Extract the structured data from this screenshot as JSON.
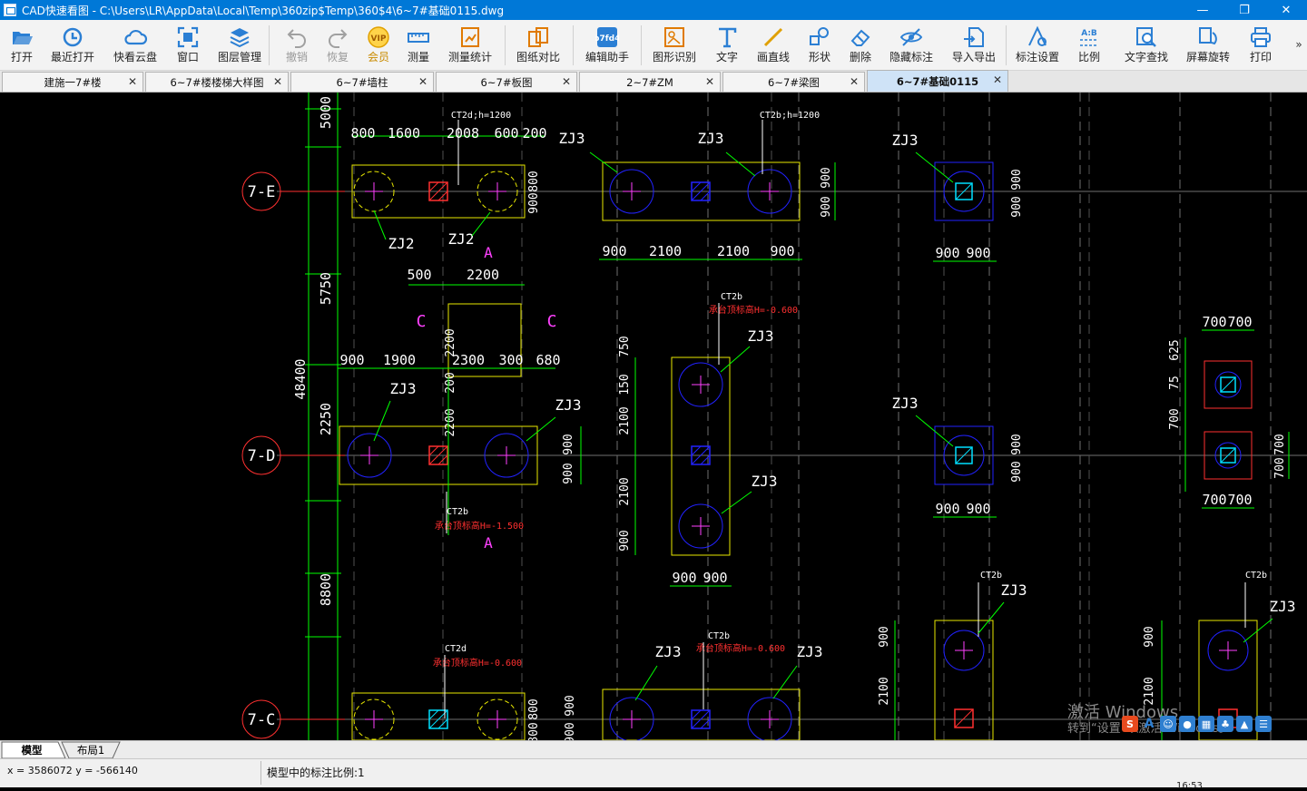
{
  "window": {
    "title": "CAD快速看图 - C:\\Users\\LR\\AppData\\Local\\Temp\\360zip$Temp\\360$4\\6~7#基础0115.dwg",
    "minimize": "—",
    "maximize": "❐",
    "close": "✕"
  },
  "toolbar": {
    "items": [
      {
        "label": "打开",
        "icon": "folder-open-icon",
        "color": "#2b7fd4",
        "disabled": false
      },
      {
        "label": "最近打开",
        "icon": "history-icon",
        "color": "#2b7fd4",
        "disabled": false
      },
      {
        "label": "快看云盘",
        "icon": "cloud-icon",
        "color": "#2b7fd4",
        "disabled": false
      },
      {
        "label": "窗口",
        "icon": "fit-window-icon",
        "color": "#2b7fd4",
        "disabled": false
      },
      {
        "label": "图层管理",
        "icon": "layers-icon",
        "color": "#2b7fd4",
        "disabled": false
      },
      {
        "label": "撤销",
        "icon": "undo-icon",
        "color": "#a0a0a0",
        "disabled": true
      },
      {
        "label": "恢复",
        "icon": "redo-icon",
        "color": "#a0a0a0",
        "disabled": true
      },
      {
        "label": "会员",
        "icon": "vip-icon",
        "color": "#e0a000",
        "disabled": false,
        "vip": true
      },
      {
        "label": "测量",
        "icon": "ruler-icon",
        "color": "#2b7fd4",
        "disabled": false
      },
      {
        "label": "测量统计",
        "icon": "measure-stats-icon",
        "color": "#e07a00",
        "disabled": false
      },
      {
        "label": "图纸对比",
        "icon": "compare-icon",
        "color": "#e07a00",
        "disabled": false
      },
      {
        "label": "编辑助手",
        "icon": "cad-edit-icon",
        "color": "#2b7fd4",
        "disabled": false
      },
      {
        "label": "图形识别",
        "icon": "shape-recognize-icon",
        "color": "#e07a00",
        "disabled": false
      },
      {
        "label": "文字",
        "icon": "text-icon",
        "color": "#2b7fd4",
        "disabled": false
      },
      {
        "label": "画直线",
        "icon": "line-icon",
        "color": "#e0a000",
        "disabled": false
      },
      {
        "label": "形状",
        "icon": "shape-icon",
        "color": "#2b7fd4",
        "disabled": false
      },
      {
        "label": "删除",
        "icon": "eraser-icon",
        "color": "#2b7fd4",
        "disabled": false
      },
      {
        "label": "隐藏标注",
        "icon": "hide-annotation-icon",
        "color": "#2b7fd4",
        "disabled": false
      },
      {
        "label": "导入导出",
        "icon": "import-export-icon",
        "color": "#2b7fd4",
        "disabled": false
      },
      {
        "label": "标注设置",
        "icon": "annotation-settings-icon",
        "color": "#2b7fd4",
        "disabled": false
      },
      {
        "label": "比例",
        "icon": "scale-icon",
        "color": "#2b7fd4",
        "disabled": false
      },
      {
        "label": "文字查找",
        "icon": "text-search-icon",
        "color": "#2b7fd4",
        "disabled": false
      },
      {
        "label": "屏幕旋转",
        "icon": "screen-rotate-icon",
        "color": "#2b7fd4",
        "disabled": false
      },
      {
        "label": "打印",
        "icon": "printer-icon",
        "color": "#2b7fd4",
        "disabled": false
      }
    ],
    "more": "»"
  },
  "tabs": [
    {
      "label": "建施一7#楼",
      "active": false
    },
    {
      "label": "6~7#楼楼梯大样图",
      "active": false
    },
    {
      "label": "6~7#墙柱",
      "active": false
    },
    {
      "label": "6~7#板图",
      "active": false
    },
    {
      "label": "2~7#ZM",
      "active": false
    },
    {
      "label": "6~7#梁图",
      "active": false
    },
    {
      "label": "6~7#基础0115",
      "active": true
    }
  ],
  "tab_close": "✕",
  "layout_tabs": [
    {
      "label": "模型",
      "active": true
    },
    {
      "label": "布局1",
      "active": false
    }
  ],
  "status": {
    "coords": "x = 3586072  y = -566140",
    "scale_text": "模型中的标注比例:1",
    "clock": "16:53"
  },
  "watermark": {
    "line1": "激活 Windows",
    "line2": "转到“设置”以激活 Windows。"
  },
  "tray": {
    "icons": [
      "sogou-ime-icon",
      "ime-mode-icon",
      "emoji-icon",
      "mic-icon",
      "keyboard-icon",
      "skin-icon",
      "toolbox-icon",
      "menu-icon"
    ],
    "ime_letter": "S",
    "mode_letter": "A"
  },
  "drawing": {
    "colors": {
      "yellow": "#e8e800",
      "green": "#00ff00",
      "red": "#ff3030",
      "blue": "#2222ff",
      "cyan": "#00e0ff",
      "magenta": "#ff40ff",
      "white": "#ffffff",
      "grey": "#707070"
    },
    "axes": [
      "7-E",
      "7-D",
      "7-C"
    ],
    "dims": [
      "5000",
      "5750",
      "48400",
      "2250",
      "8800",
      "800",
      "1600",
      "2008",
      "600",
      "200",
      "900",
      "2100",
      "500",
      "2200",
      "1900",
      "2300",
      "300",
      "680",
      "750",
      "150",
      "700",
      "625",
      "75"
    ],
    "piles": [
      "ZJ2",
      "ZJ3"
    ],
    "notes": [
      "CT2d;h=1200",
      "CT2b;h=1200",
      "CT2b",
      "CT2d",
      "承台顶标高H=-0.600",
      "承台顶标高H=-1.500"
    ],
    "section_marks": [
      "A",
      "C"
    ]
  }
}
